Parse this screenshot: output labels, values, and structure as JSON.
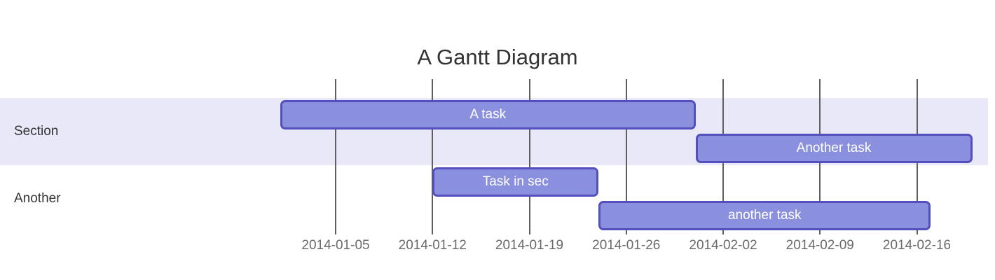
{
  "chart_data": {
    "type": "gantt",
    "title": "A Gantt Diagram",
    "axis": {
      "start_date": "2014-01-01",
      "tick_interval": "1 week",
      "ticks": [
        {
          "date": "2014-01-05",
          "label": "2014-01-05"
        },
        {
          "date": "2014-01-12",
          "label": "2014-01-12"
        },
        {
          "date": "2014-01-19",
          "label": "2014-01-19"
        },
        {
          "date": "2014-01-26",
          "label": "2014-01-26"
        },
        {
          "date": "2014-02-02",
          "label": "2014-02-02"
        },
        {
          "date": "2014-02-09",
          "label": "2014-02-09"
        },
        {
          "date": "2014-02-16",
          "label": "2014-02-16"
        }
      ]
    },
    "sections": [
      {
        "name": "Section"
      },
      {
        "name": "Another"
      }
    ],
    "tasks": [
      {
        "label": "A task",
        "section": "Section",
        "row": 0,
        "start": "2014-01-01",
        "end": "2014-01-31",
        "duration_days": 30
      },
      {
        "label": "Another task",
        "section": "Section",
        "row": 1,
        "start": "2014-01-31",
        "end": "2014-02-20",
        "duration_days": 20
      },
      {
        "label": "Task in sec",
        "section": "Another",
        "row": 2,
        "start": "2014-01-12",
        "end": "2014-01-24",
        "duration_days": 12
      },
      {
        "label": "another task",
        "section": "Another",
        "row": 3,
        "start": "2014-01-24",
        "end": "2014-02-17",
        "duration_days": 24
      }
    ],
    "colors": {
      "bar_fill": "#8a90dd",
      "bar_border": "#534fbc",
      "bar_text": "#ffffff",
      "section_band": "#e8e8f8",
      "grid_line": "#5f5f5f",
      "axis_text": "#6a6a6a",
      "title_text": "#333333",
      "section_text": "#333333"
    }
  }
}
